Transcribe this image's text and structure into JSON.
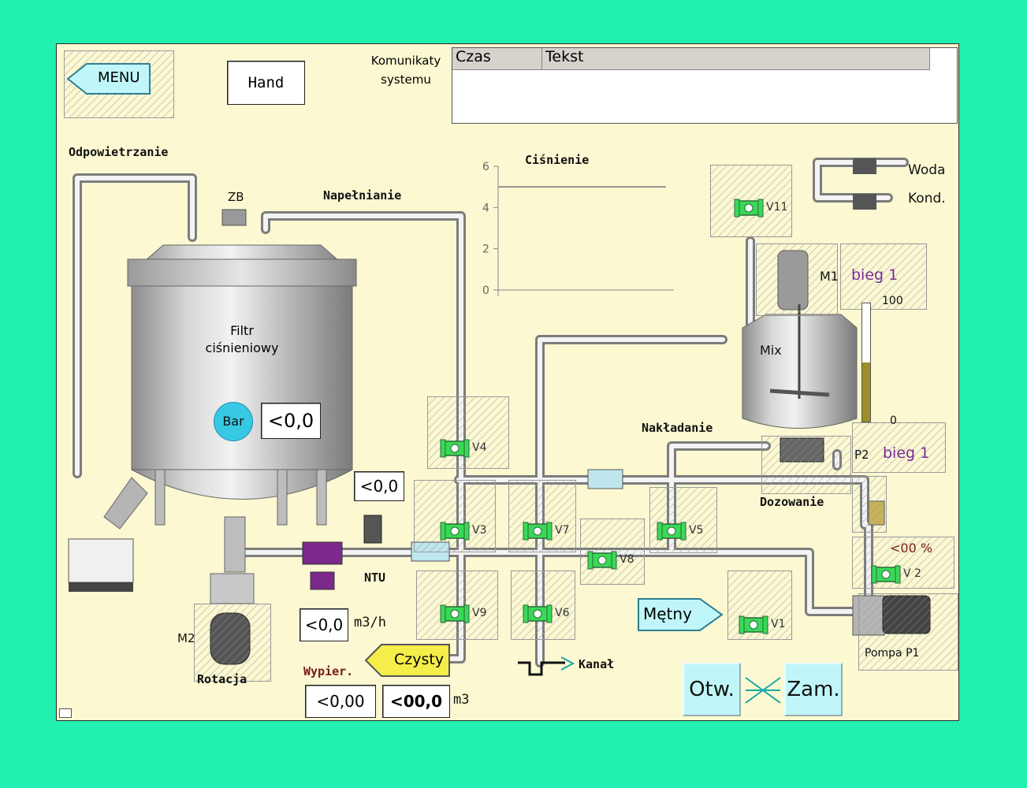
{
  "header": {
    "menu_label": "MENU",
    "mode_label": "Hand",
    "messages_label_line1": "Komunikaty",
    "messages_label_line2": "systemu",
    "messages_columns": [
      "Czas",
      "Tekst"
    ]
  },
  "labels": {
    "odpowietrzanie": "Odpowietrzanie",
    "zb": "ZB",
    "napelnianie": "Napełnianie",
    "filter_line1": "Filtr",
    "filter_line2": "ciśnieniowy",
    "bar": "Bar",
    "nakladanie": "Nakładanie",
    "dozowanie": "Dozowanie",
    "ntu": "NTU",
    "kanal": "Kanał",
    "wypier": "Wypier.",
    "rotacja": "Rotacja",
    "m2": "M2",
    "m1": "M1",
    "mix": "Mix",
    "p2": "P2",
    "woda": "Woda",
    "kond": "Kond.",
    "pump": "Pompa P1",
    "unit_flow": "m3/h",
    "unit_vol": "m3"
  },
  "readouts": {
    "pressure": "<0,0",
    "ntu": "<0,0",
    "flow": "<0,0",
    "wypier_a": "<0,00",
    "wypier_b": "<00,0",
    "v2_pct": "<00 %",
    "m1_speed": "bieg 1",
    "p2_speed": "bieg 1"
  },
  "chart_data": {
    "type": "line",
    "title": "Ciśnienie",
    "yticks": [
      "6",
      "4",
      "2",
      "0"
    ],
    "ylim": [
      0,
      6
    ],
    "series": [
      {
        "values": [
          5,
          5
        ]
      }
    ]
  },
  "level_gauge": {
    "max_label": "100",
    "min_label": "0",
    "level_fraction": 0.5
  },
  "valves": [
    "V11",
    "V4",
    "V3",
    "V7",
    "V5",
    "V8",
    "V9",
    "V6",
    "V1",
    "V 2"
  ],
  "buttons": {
    "czysty": "Czysty",
    "metny": "Mętny",
    "otw": "Otw.",
    "zam": "Zam."
  },
  "colors": {
    "background": "#22f0b0",
    "panel": "#fbf8d2",
    "valve": "#39d957",
    "button": "#c0f6fa",
    "czysty": "#f5ee4a"
  }
}
